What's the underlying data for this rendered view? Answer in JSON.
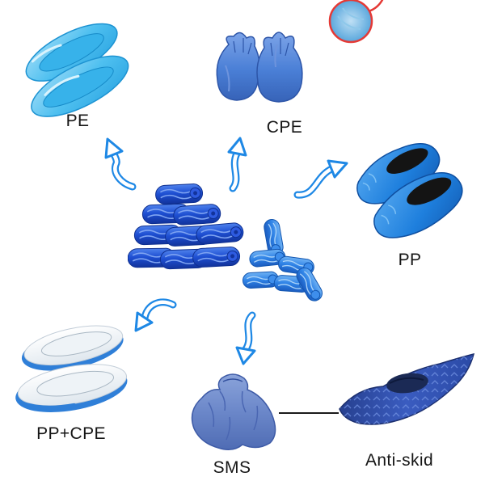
{
  "page": {
    "background": "#ffffff"
  },
  "products": [
    {
      "id": "pe",
      "label": "PE"
    },
    {
      "id": "cpe",
      "label": "CPE"
    },
    {
      "id": "pp",
      "label": "PP"
    },
    {
      "id": "pp-cpe",
      "label": "PP+CPE"
    },
    {
      "id": "sms",
      "label": "SMS"
    },
    {
      "id": "anti-skid",
      "label": "Anti-skid"
    }
  ],
  "center": {
    "name": "shoe-cover-stacks"
  },
  "icons": {
    "arrows": [
      "arrow-to-pe",
      "arrow-to-cpe",
      "arrow-to-pp",
      "arrow-to-pp-cpe",
      "arrow-to-sms"
    ],
    "badge": "detail-zoom-circle",
    "connector": "sms-to-antiskid-line"
  },
  "colors": {
    "arrow_blue": "#1e88e5",
    "badge_red": "#e53935",
    "pe_blue": "#4fc0f0",
    "cpe_blue": "#4a7fd6",
    "pp_blue": "#1e7fdd",
    "pile_dark_blue": "#1e4fd2",
    "pile_light_blue": "#2e82e6",
    "pp_cpe_white": "#f4f7fa",
    "sms_blue": "#6b87c9",
    "antiskid_navy": "#2b4aa6",
    "label_text": "#151515"
  }
}
